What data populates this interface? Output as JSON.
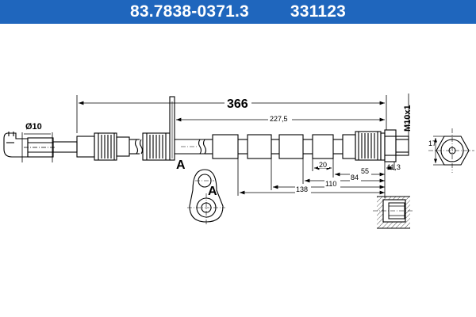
{
  "header": {
    "part_number": "83.7838-0371.3",
    "ref_number": "331123",
    "background_color": "#1f66bd"
  },
  "dimensions": {
    "overall_length": "366",
    "length_227": "227,5",
    "length_20": "20",
    "length_55": "55",
    "length_11": "11,3",
    "length_84": "84",
    "length_110": "110",
    "length_138": "138",
    "diameter": "Ø10",
    "thread": "M10x1",
    "wrench_size": "17"
  },
  "views": {
    "section_marker": "A",
    "detail_marker": "A"
  }
}
